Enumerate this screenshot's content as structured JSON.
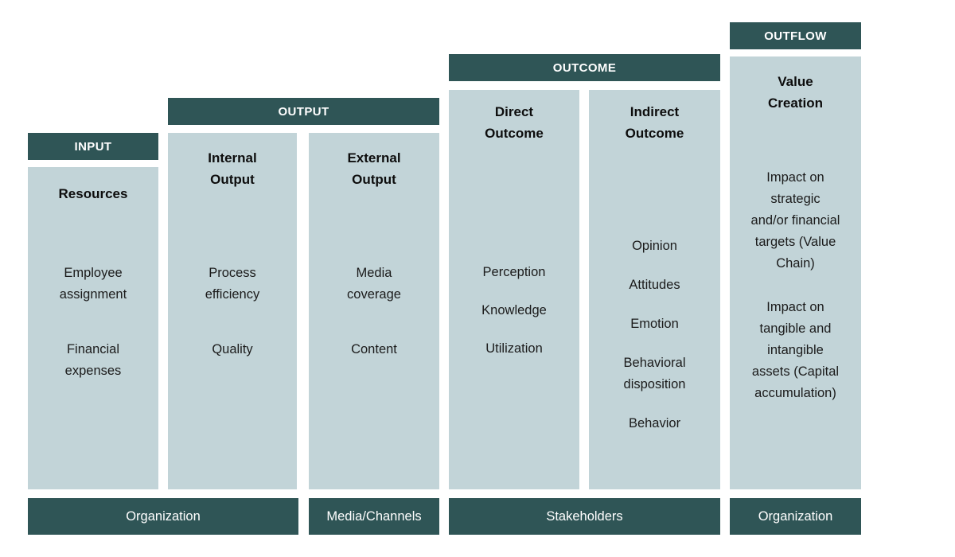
{
  "diagram": {
    "stage_headers": [
      {
        "id": "input",
        "label": "INPUT"
      },
      {
        "id": "output",
        "label": "OUTPUT"
      },
      {
        "id": "outcome",
        "label": "OUTCOME"
      },
      {
        "id": "outflow",
        "label": "OUTFLOW"
      }
    ],
    "boxes": [
      {
        "title": "Resources",
        "items": [
          "Employee assignment",
          "Financial expenses"
        ]
      },
      {
        "title": "Internal Output",
        "items": [
          "Process efficiency",
          "Quality"
        ]
      },
      {
        "title": "External Output",
        "items": [
          "Media coverage",
          "Content"
        ]
      },
      {
        "title": "Direct Outcome",
        "items": [
          "Perception",
          "Knowledge",
          "Utilization"
        ]
      },
      {
        "title": "Indirect Outcome",
        "items": [
          "Opinion",
          "Attitudes",
          "Emotion",
          "Behavioral disposition",
          "Behavior"
        ]
      },
      {
        "title": "Value Creation",
        "items": [
          "Impact on\nstrategic\nand/or financial\ntargets (Value\nChain)",
          "Impact on\ntangible and\nintangible\nassets (Capital\naccumulation)"
        ]
      }
    ],
    "footers": [
      {
        "label": "Organization"
      },
      {
        "label": "Media/Channels"
      },
      {
        "label": "Stakeholders"
      },
      {
        "label": "Organization"
      }
    ]
  },
  "colors": {
    "dark": "#2f5556",
    "light": "#c2d4d8",
    "text_dark": "#1b1b1b",
    "text_light": "#ffffff",
    "background": "#ffffff"
  }
}
